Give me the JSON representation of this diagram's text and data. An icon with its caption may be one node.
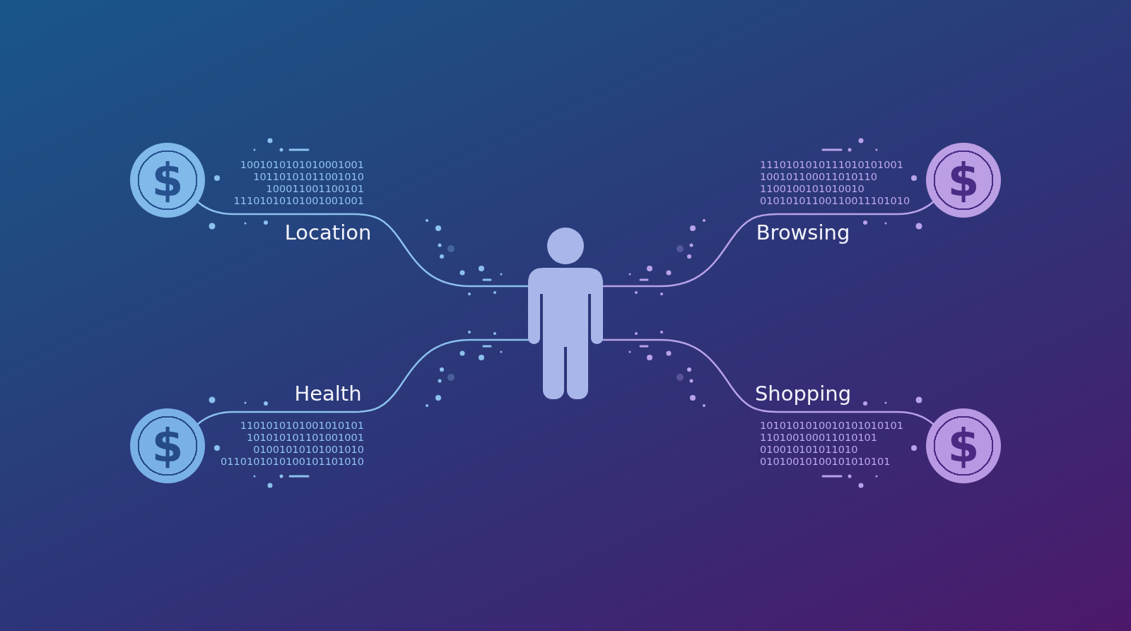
{
  "diagram": {
    "nodes": [
      {
        "text": [
          "$"
        ]
      },
      {
        "text": [
          "$"
        ]
      },
      {
        "text": [],
        "shape": "person"
      },
      {
        "text": [
          "$"
        ]
      },
      {
        "text": [
          "$"
        ]
      }
    ],
    "edges": [
      {
        "from": 2,
        "to": 0,
        "arrow": "none",
        "label": "Location"
      },
      {
        "from": 2,
        "to": 1,
        "arrow": "none",
        "label": "Browsing"
      },
      {
        "from": 2,
        "to": 3,
        "arrow": "none",
        "label": "Health"
      },
      {
        "from": 2,
        "to": 4,
        "arrow": "none",
        "label": "Shopping"
      }
    ],
    "labels": [
      "1001010101010001001",
      "10110101011001010",
      "100011001100101",
      "11101010101001001001",
      "1110101010111010101001",
      "100101100011010110",
      "1100100101010010",
      "01010101100110011101010",
      "1101010101001010101",
      "101010101101001001",
      "01001010101001010",
      "0110101010100101101010",
      "1010101010010101010101",
      "110100100011010101",
      "010010101011010",
      "01010010100101010101"
    ]
  }
}
